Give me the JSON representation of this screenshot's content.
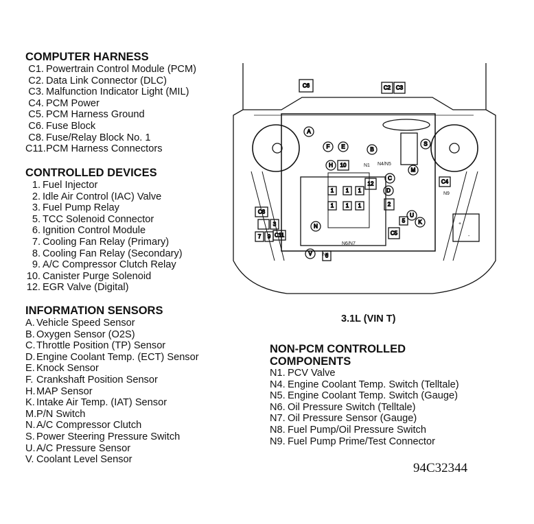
{
  "computer_harness": {
    "title": "COMPUTER HARNESS",
    "items": [
      {
        "code": "C1.",
        "label": "Powertrain Control Module (PCM)"
      },
      {
        "code": "C2.",
        "label": "Data Link Connector (DLC)"
      },
      {
        "code": "C3.",
        "label": "Malfunction Indicator Light (MIL)"
      },
      {
        "code": "C4.",
        "label": "PCM Power"
      },
      {
        "code": "C5.",
        "label": "PCM Harness Ground"
      },
      {
        "code": "C6.",
        "label": "Fuse Block"
      },
      {
        "code": "C8.",
        "label": "Fuse/Relay Block No. 1"
      },
      {
        "code": "C11.",
        "label": "PCM Harness Connectors"
      }
    ]
  },
  "controlled_devices": {
    "title": "CONTROLLED DEVICES",
    "items": [
      {
        "code": "1.",
        "label": "Fuel Injector"
      },
      {
        "code": "2.",
        "label": "Idle Air Control (IAC) Valve"
      },
      {
        "code": "3.",
        "label": "Fuel Pump Relay"
      },
      {
        "code": "5.",
        "label": "TCC Solenoid Connector"
      },
      {
        "code": "6.",
        "label": "Ignition Control Module"
      },
      {
        "code": "7.",
        "label": "Cooling Fan Relay (Primary)"
      },
      {
        "code": "8.",
        "label": "Cooling Fan Relay (Secondary)"
      },
      {
        "code": "9.",
        "label": "A/C Compressor Clutch Relay"
      },
      {
        "code": "10.",
        "label": "Canister Purge Solenoid"
      },
      {
        "code": "12.",
        "label": "EGR Valve (Digital)"
      }
    ]
  },
  "information_sensors": {
    "title": "INFORMATION SENSORS",
    "items": [
      {
        "code": "A.",
        "label": "Vehicle Speed Sensor"
      },
      {
        "code": "B.",
        "label": "Oxygen Sensor (O2S)"
      },
      {
        "code": "C.",
        "label": "Throttle Position (TP) Sensor"
      },
      {
        "code": "D.",
        "label": "Engine Coolant Temp. (ECT) Sensor"
      },
      {
        "code": "E.",
        "label": "Knock Sensor"
      },
      {
        "code": "F.",
        "label": "Crankshaft Position Sensor"
      },
      {
        "code": "H.",
        "label": "MAP Sensor"
      },
      {
        "code": "K.",
        "label": "Intake Air Temp. (IAT) Sensor"
      },
      {
        "code": "M.",
        "label": "P/N Switch"
      },
      {
        "code": "N.",
        "label": "A/C Compressor Clutch"
      },
      {
        "code": "S.",
        "label": "Power Steering Pressure Switch"
      },
      {
        "code": "U.",
        "label": "A/C Pressure Sensor"
      },
      {
        "code": "V.",
        "label": "Coolant Level Sensor"
      }
    ]
  },
  "non_pcm": {
    "title_line1": "NON-PCM CONTROLLED",
    "title_line2": "COMPONENTS",
    "items": [
      {
        "code": "N1.",
        "label": "PCV Valve"
      },
      {
        "code": "N4.",
        "label": "Engine Coolant Temp. Switch (Telltale)"
      },
      {
        "code": "N5.",
        "label": "Engine Coolant Temp. Switch (Gauge)"
      },
      {
        "code": "N6.",
        "label": "Oil Pressure Switch (Telltale)"
      },
      {
        "code": "N7.",
        "label": "Oil Pressure Sensor (Gauge)"
      },
      {
        "code": "N8.",
        "label": "Fuel Pump/Oil Pressure Switch"
      },
      {
        "code": "N9.",
        "label": "Fuel Pump Prime/Test Connector"
      }
    ]
  },
  "engine_caption": "3.1L (VIN T)",
  "figure_id": "94C32344",
  "diagram_labels": {
    "c6": "C6",
    "c2": "C2",
    "c3": "C3",
    "c4": "C4",
    "c5": "C5",
    "c8": "C8",
    "c11": "C11",
    "n1": "N1",
    "n4n5": "N4/N5",
    "n6n7": "N6/N7",
    "n8": "N8",
    "n9": "N9",
    "a": "A",
    "b": "B",
    "c": "C",
    "d": "D",
    "e": "E",
    "f": "F",
    "h": "H",
    "k": "K",
    "m": "M",
    "n": "N",
    "s": "S",
    "u": "U",
    "v": "V",
    "d10": "10",
    "d12": "12",
    "d2": "2",
    "d3": "3",
    "d5": "5",
    "d6": "6",
    "d7": "7",
    "d9": "9",
    "d1": "1",
    "plus": "+",
    "minus": "-"
  }
}
